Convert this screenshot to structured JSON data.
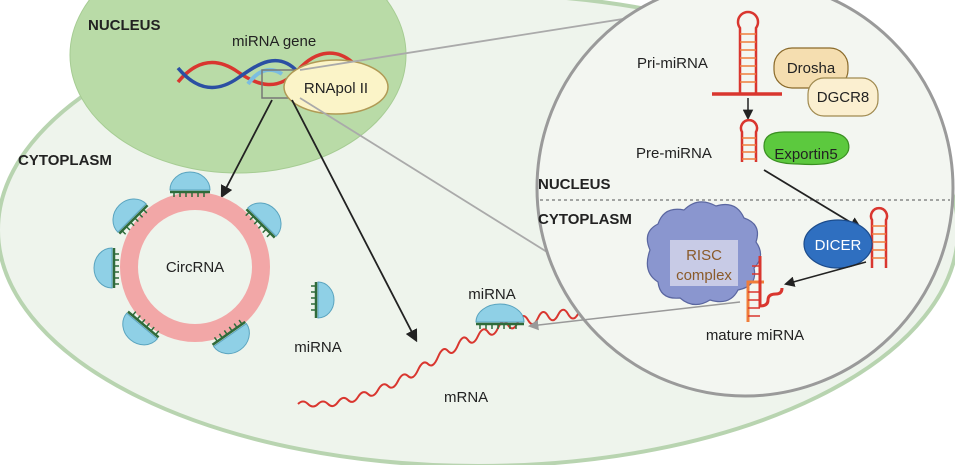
{
  "labels": {
    "nucleus_main": "NUCLEUS",
    "mirna_gene": "miRNA gene",
    "rnapol": "RNApol II",
    "cytoplasm_main": "CYTOPLASM",
    "circrna": "CircRNA",
    "mirna_free": "miRNA",
    "mirna_bound": "miRNA",
    "mrna": "mRNA",
    "pri_mirna": "Pri-miRNA",
    "drosha": "Drosha",
    "dgcr8": "DGCR8",
    "pre_mirna": "Pre-miRNA",
    "exportin5": "Exportin5",
    "inset_nucleus": "NUCLEUS",
    "inset_cytoplasm": "CYTOPLASM",
    "risc_line1": "RISC",
    "risc_line2": "complex",
    "dicer": "DICER",
    "mature_mirna": "mature miRNA"
  },
  "colors": {
    "cell_fill": "#eef4ec",
    "cell_stroke": "#b8d4b0",
    "nucleus_fill": "#b9dba7",
    "inset_fill": "#f3f6f1",
    "inset_stroke": "#9a9a9a",
    "rna_red": "#d9362f",
    "hairpin_orange": "#f07d3a",
    "argonaute_blue": "#8fd0e6",
    "seed_green": "#2f6b3a",
    "circ_pink": "#f2a7a7",
    "drosha": "#f5deb0",
    "dgcr8": "#fbefd0",
    "exportin": "#5cc93e",
    "dicer": "#2f6fc0",
    "risc": "#8a96cf",
    "rnapol": "#fbf4c8"
  }
}
